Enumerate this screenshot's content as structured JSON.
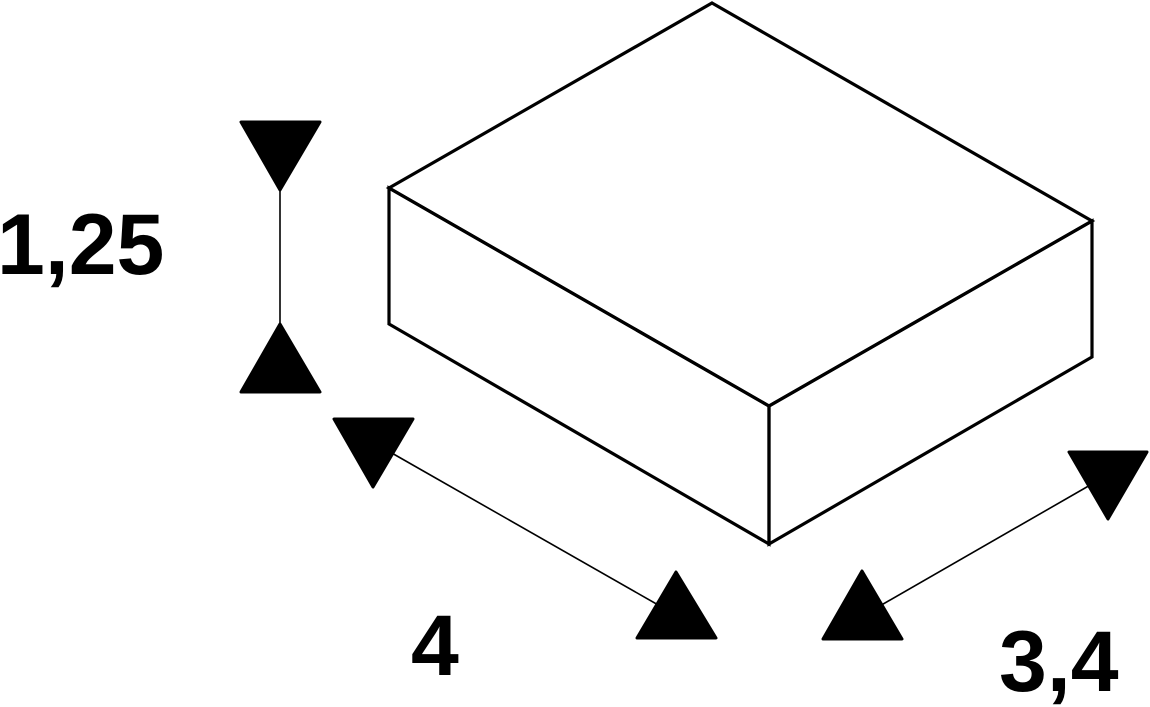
{
  "diagram": {
    "type": "isometric-dimension-drawing",
    "subject": "rectangular box",
    "colors": {
      "stroke": "#000000",
      "background": "#ffffff"
    },
    "dimensions": {
      "height": {
        "label": "1,25",
        "axis": "vertical"
      },
      "length": {
        "label": "4",
        "axis": "front-left edge"
      },
      "width": {
        "label": "3,4",
        "axis": "front-right edge"
      }
    }
  }
}
